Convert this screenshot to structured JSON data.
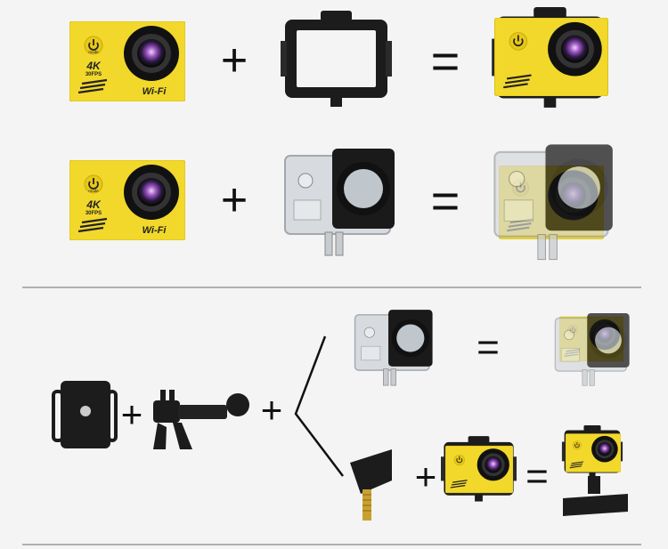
{
  "camera_labels": {
    "wifi": "Wi-Fi",
    "resolution": "4K",
    "fps": "30FPS",
    "mode": "mode"
  },
  "operators": {
    "plus": "+",
    "equals": "="
  },
  "colors": {
    "camera_body": "#f2d82a",
    "lens": "#111111",
    "accessory": "#1c1c1c",
    "housing": "#c8ccd0",
    "divider": "#9a9a9a",
    "background": "#f4f4f4"
  }
}
